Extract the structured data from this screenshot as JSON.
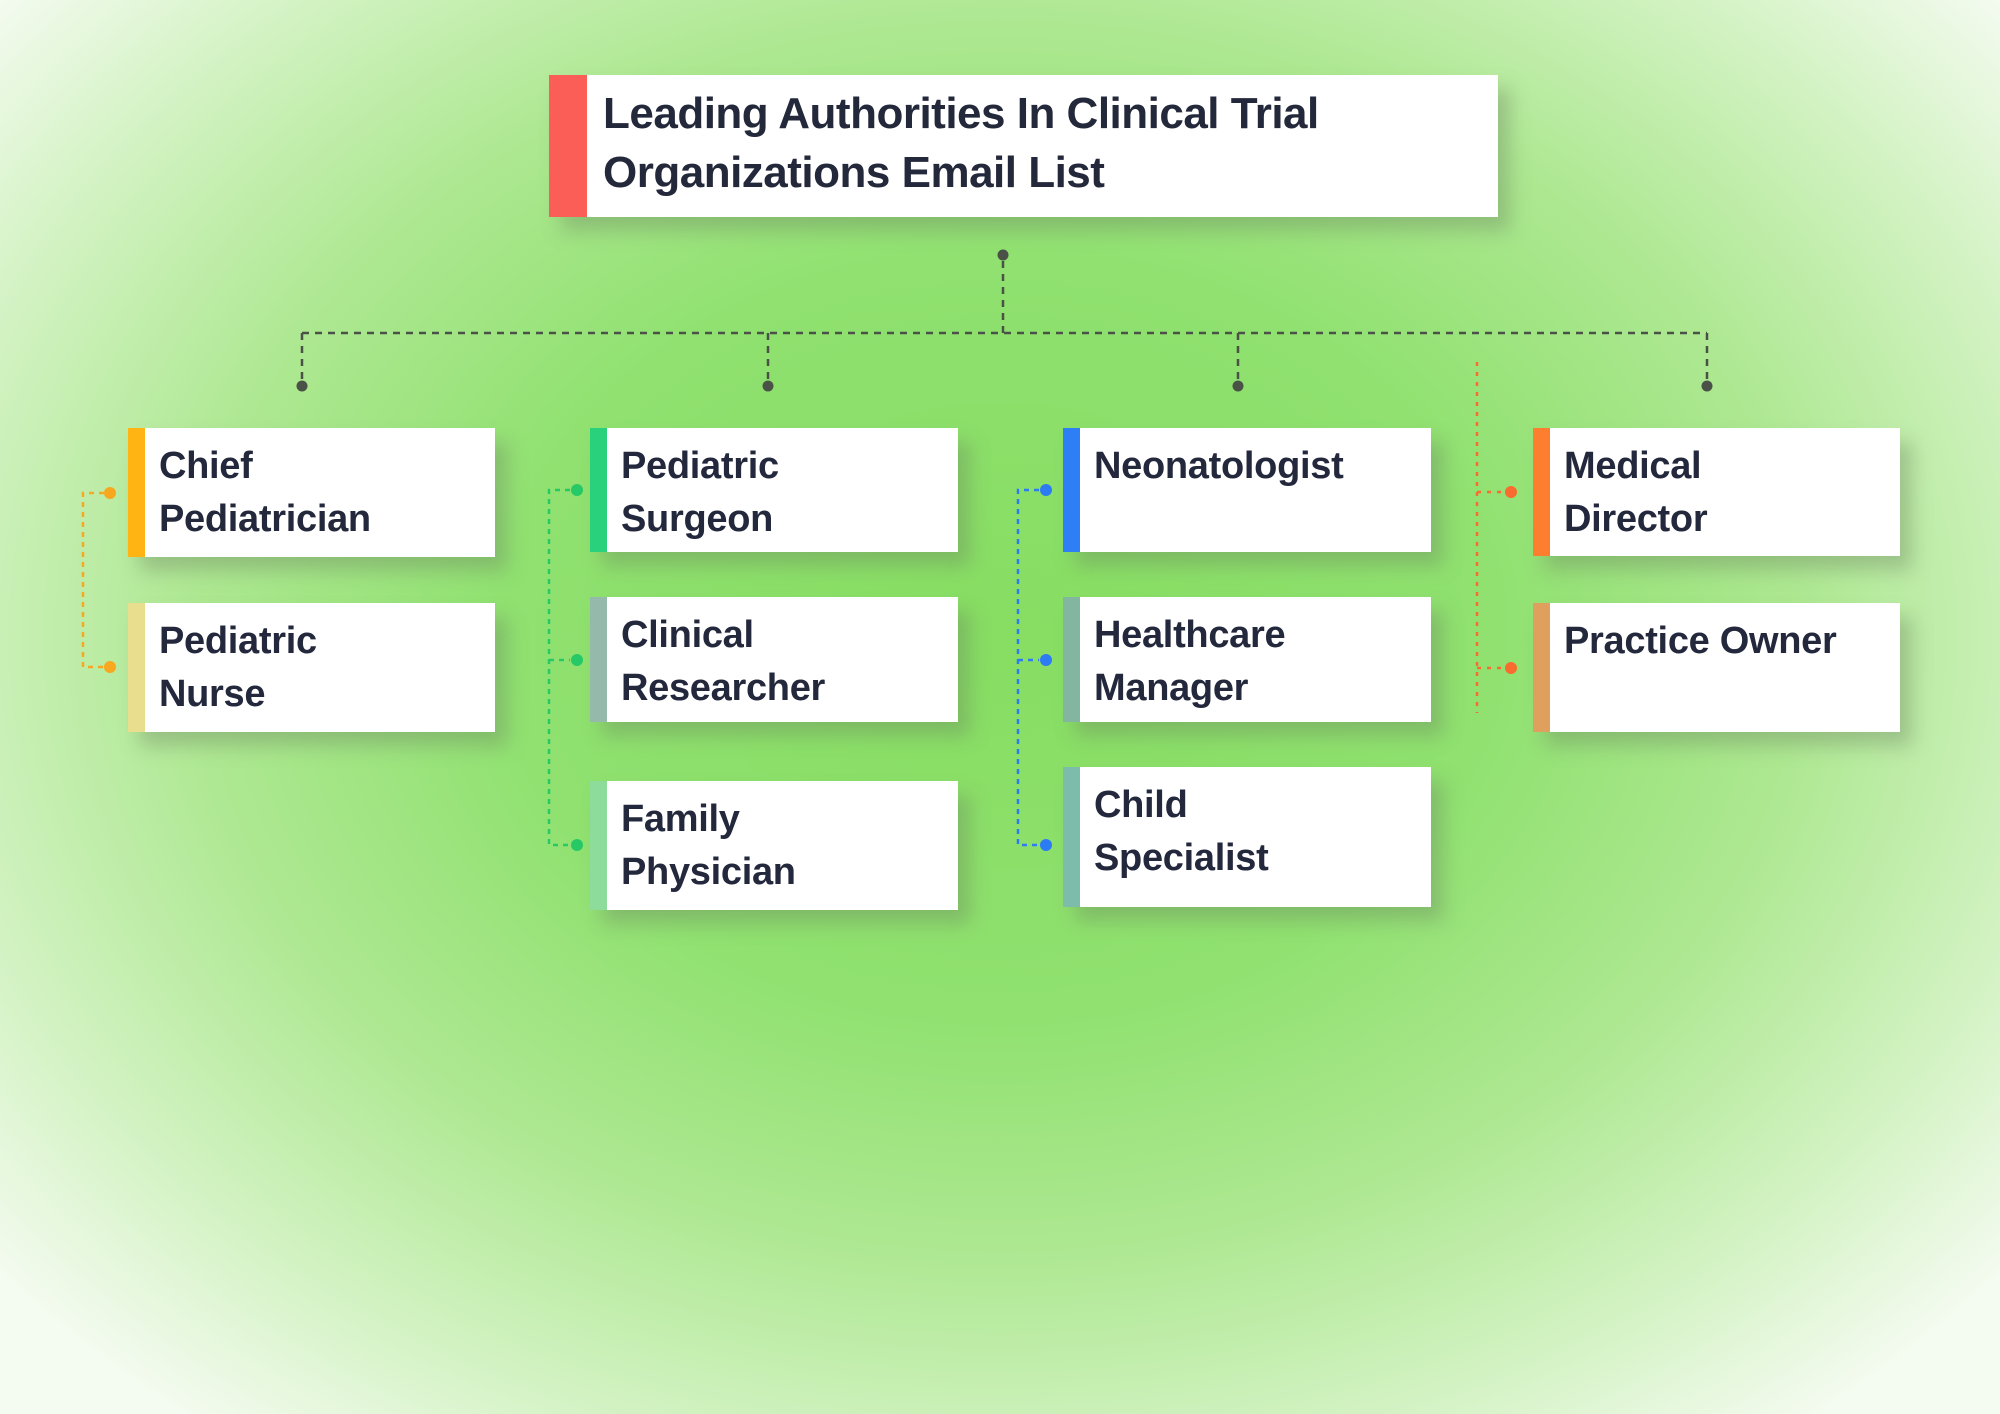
{
  "title": {
    "text": "Leading Authorities In Clinical Trial\nOrganizations Email List",
    "accent_color": "#fa5e56",
    "text_color": "#23283a"
  },
  "tree": {
    "connector_color": "#4a5147"
  },
  "columns": [
    {
      "connector_color": "#f7a81e",
      "items": [
        {
          "label": "Chief\nPediatrician",
          "accent_color": "#ffb414"
        },
        {
          "label": "Pediatric\nNurse",
          "accent_color": "#e9dd8e"
        }
      ]
    },
    {
      "connector_color": "#27c967",
      "items": [
        {
          "label": "Pediatric\nSurgeon",
          "accent_color": "#2ad17d"
        },
        {
          "label": "Clinical\nResearcher",
          "accent_color": "#95b9ab"
        },
        {
          "label": "Family\nPhysician",
          "accent_color": "#8edc9b"
        }
      ]
    },
    {
      "connector_color": "#2d7bf2",
      "items": [
        {
          "label": "Neonatologist",
          "accent_color": "#2e7ff5"
        },
        {
          "label": "Healthcare\nManager",
          "accent_color": "#83b6a1"
        },
        {
          "label": "Child\nSpecialist",
          "accent_color": "#7dbcab"
        }
      ]
    },
    {
      "connector_color": "#f96c2f",
      "items": [
        {
          "label": "Medical\nDirector",
          "accent_color": "#fd7e2e"
        },
        {
          "label": "Practice Owner",
          "accent_color": "#dfa05e"
        }
      ]
    }
  ]
}
